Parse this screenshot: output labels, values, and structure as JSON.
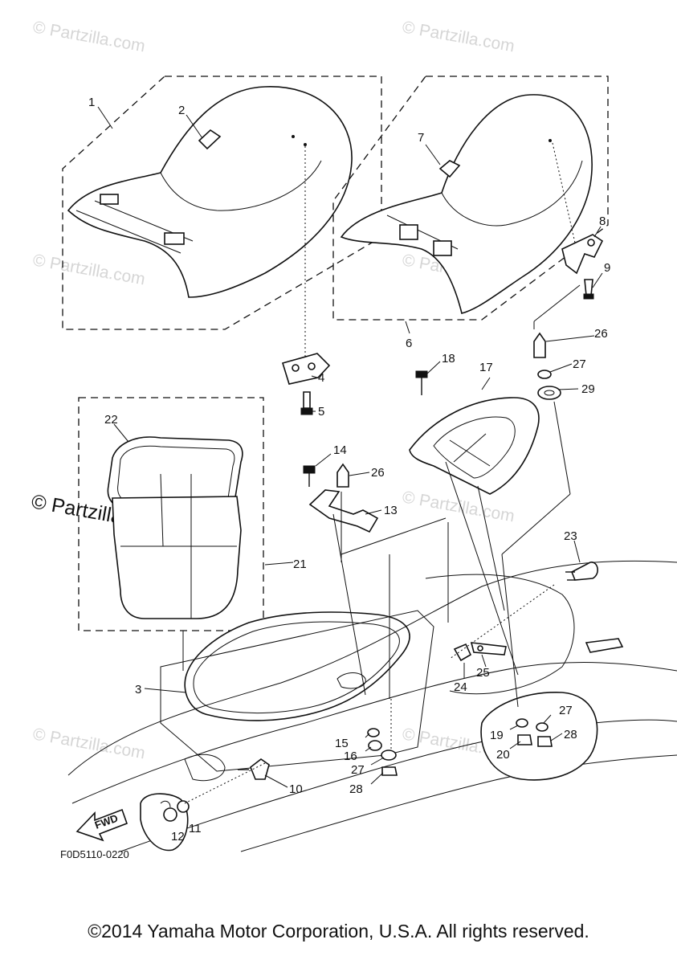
{
  "watermarks": {
    "small": "© Partzilla.com",
    "large": "© Partzilla.com"
  },
  "diagram_code": "F0D5110-0220",
  "fwd_label": "FWD",
  "callouts": {
    "c1": "1",
    "c2": "2",
    "c3": "3",
    "c4": "4",
    "c5": "5",
    "c6": "6",
    "c7": "7",
    "c8": "8",
    "c9": "9",
    "c10": "10",
    "c11": "11",
    "c12": "12",
    "c13": "13",
    "c14": "14",
    "c15": "15",
    "c16": "16",
    "c17": "17",
    "c18": "18",
    "c19": "19",
    "c20": "20",
    "c21": "21",
    "c22": "22",
    "c23": "23",
    "c24": "24",
    "c25": "25",
    "c26a": "26",
    "c26b": "26",
    "c27a": "27",
    "c27b": "27",
    "c27c": "27",
    "c28a": "28",
    "c28b": "28",
    "c29": "29"
  },
  "copyright": "©2014 Yamaha Motor Corporation, U.S.A. All rights reserved."
}
